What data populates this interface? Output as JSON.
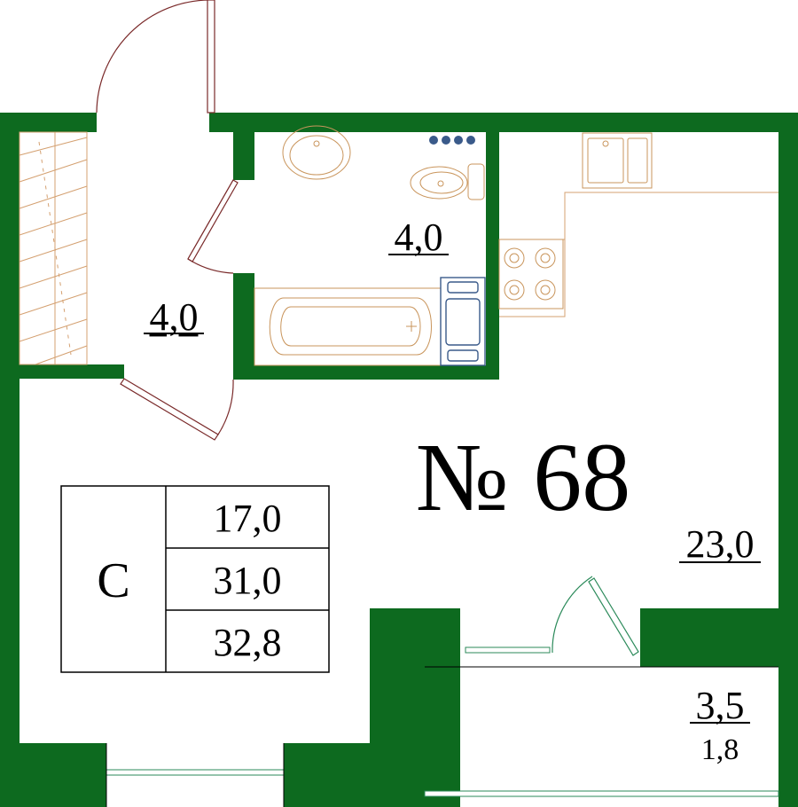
{
  "plan": {
    "apartment_number": "№ 68",
    "rooms": [
      {
        "key": "hallway",
        "area": "4,0"
      },
      {
        "key": "bathroom",
        "area": "4,0"
      },
      {
        "key": "living",
        "area": "23,0"
      },
      {
        "key": "balcony",
        "area": "3,5",
        "sub_area": "1,8"
      }
    ],
    "summary": {
      "label": "С",
      "values": [
        "17,0",
        "31,0",
        "32,8"
      ]
    }
  },
  "colors": {
    "wall": "#0d6a1f",
    "fixture": "#c9955c",
    "door": "#7a2a2a",
    "window": "#2b8a5a",
    "accent_blue": "#3a5a8a"
  }
}
